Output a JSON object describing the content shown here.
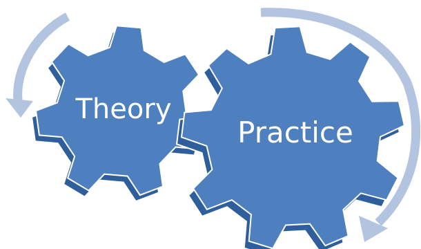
{
  "gears": [
    {
      "id": "theory",
      "label": "Theory"
    },
    {
      "id": "practice",
      "label": "Practice"
    }
  ],
  "colors": {
    "gear_face": "#4e7fbe",
    "gear_side": "#2f5e9c",
    "gear_outline": "#ffffff",
    "arrow": "#b2c4e0",
    "label": "#ffffff",
    "background": "#ffffff"
  },
  "arrows": [
    {
      "name": "cycle-arrow-left",
      "direction": "counter-clockwise"
    },
    {
      "name": "cycle-arrow-right",
      "direction": "clockwise"
    }
  ]
}
